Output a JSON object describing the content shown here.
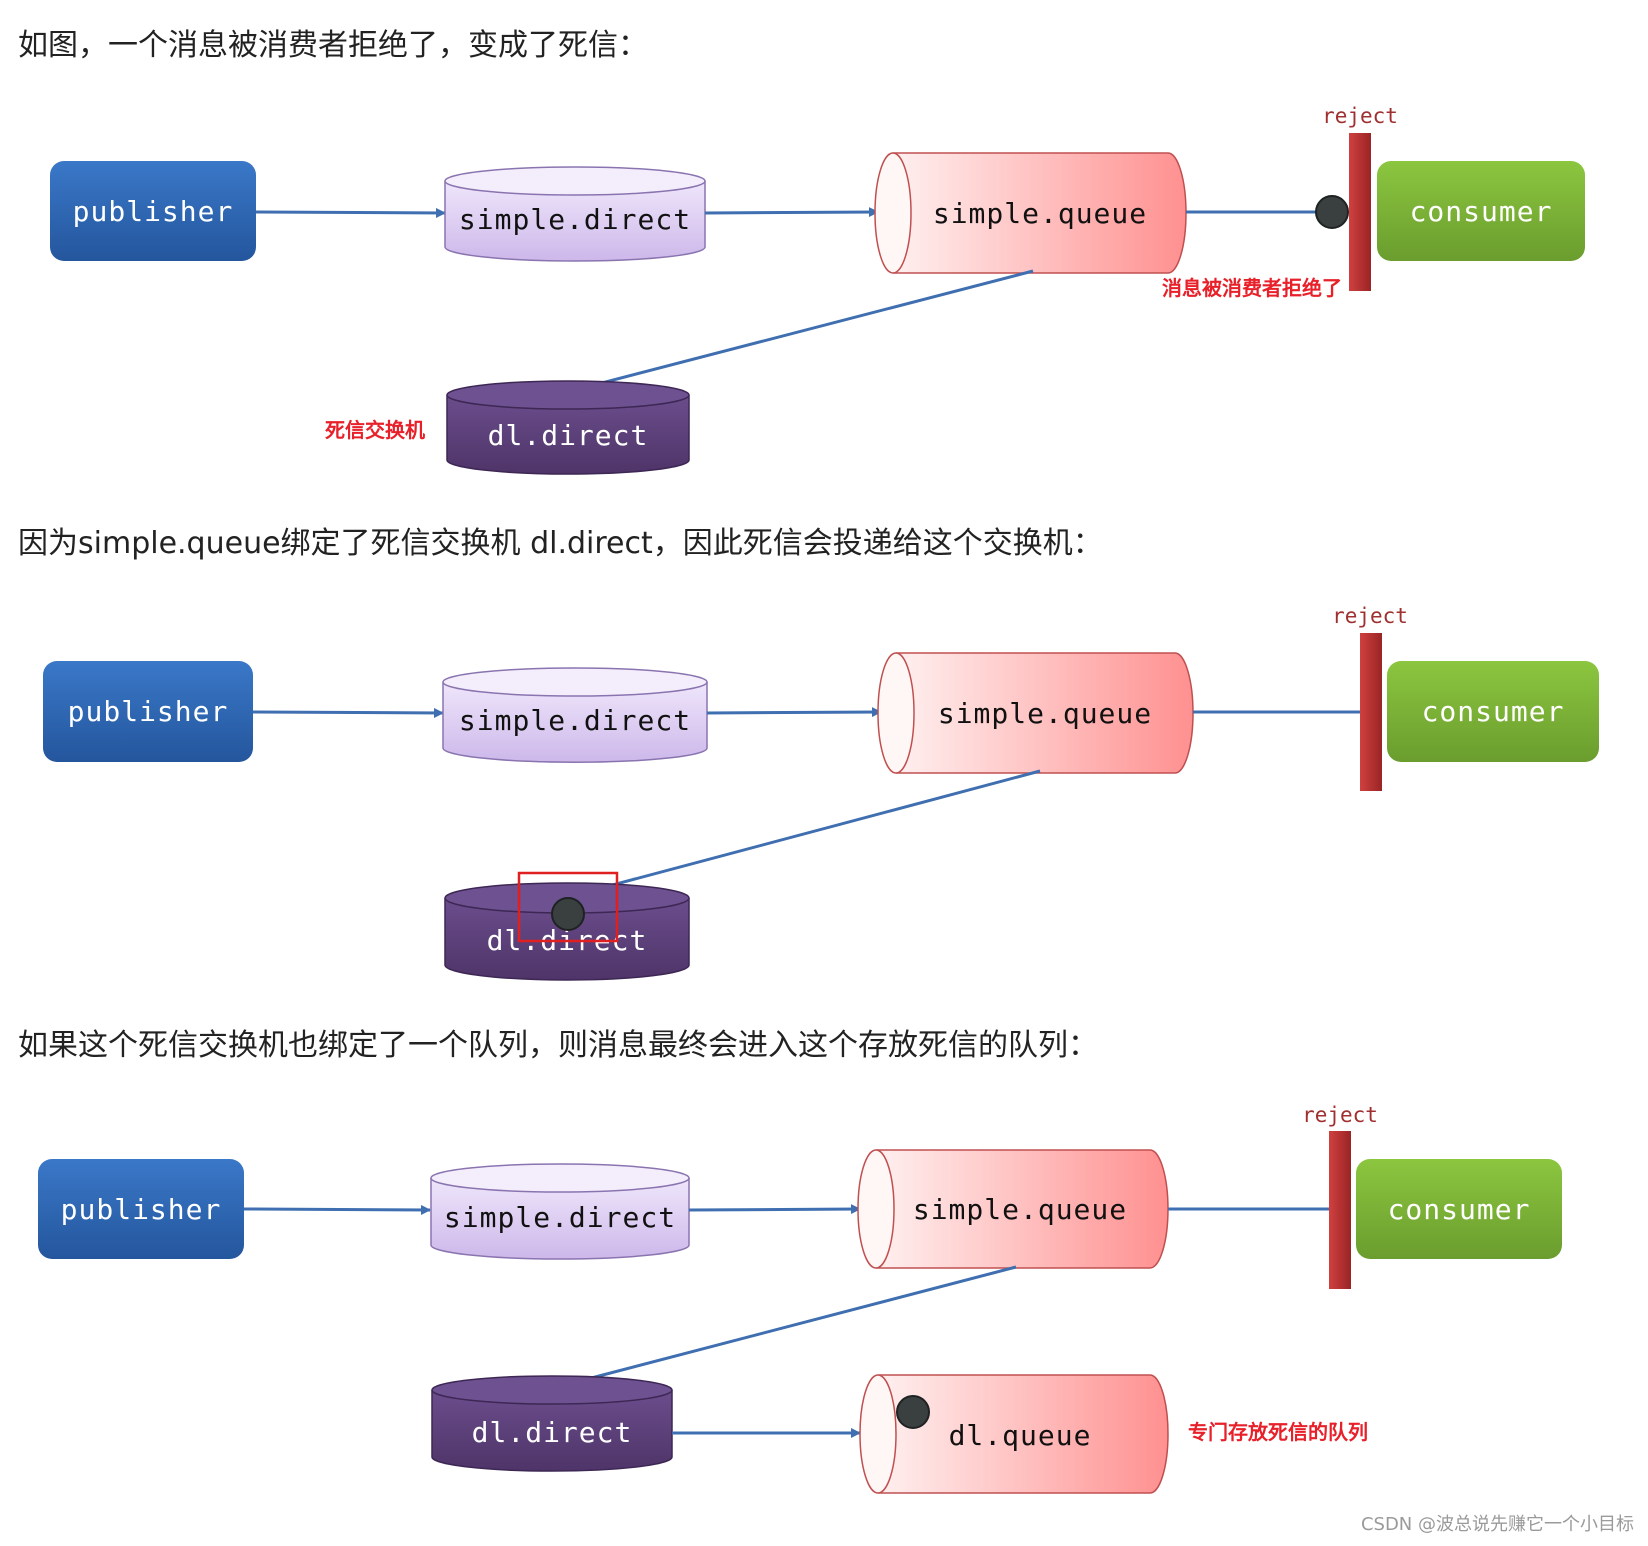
{
  "paragraphs": {
    "p1": "如图，一个消息被消费者拒绝了，变成了死信：",
    "p2": "因为simple.queue绑定了死信交换机 dl.direct，因此死信会投递给这个交换机：",
    "p3": "如果这个死信交换机也绑定了一个队列，则消息最终会进入这个存放死信的队列："
  },
  "labels": {
    "publisher": "publisher",
    "simple_direct": "simple.direct",
    "simple_queue": "simple.queue",
    "consumer": "consumer",
    "reject": "reject",
    "dl_direct": "dl.direct",
    "dl_queue": "dl.queue"
  },
  "notes": {
    "rejected_by_consumer": "消息被消费者拒绝了",
    "dead_letter_exchange": "死信交换机",
    "dead_letter_queue": "专门存放死信的队列"
  },
  "watermark": "CSDN @波总说先赚它一个小目标",
  "colors": {
    "publisher": "#2f66b5",
    "consumer": "#7cb236",
    "simple_direct": "#d8c8ef",
    "dl_direct": "#5b3f7a",
    "queue": "#ff9a9a",
    "reject_bar": "#b83030",
    "arrow": "#3f6fb0",
    "note": "#e8202a",
    "message": "#3a3f40"
  }
}
